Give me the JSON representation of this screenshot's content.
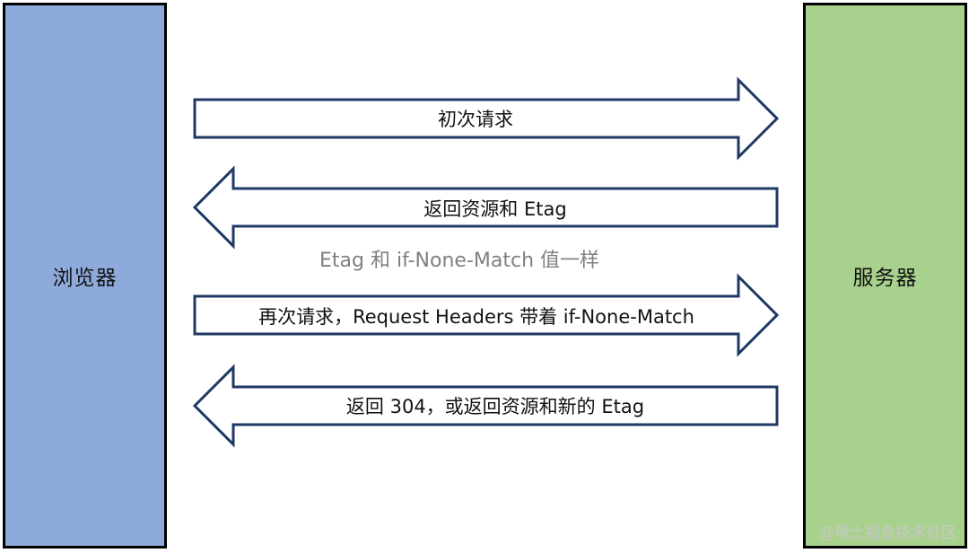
{
  "actors": {
    "browser": {
      "label": "浏览器",
      "color": "#8eaadb"
    },
    "server": {
      "label": "服务器",
      "color": "#a9d18e"
    }
  },
  "arrows": [
    {
      "direction": "right",
      "label": "初次请求"
    },
    {
      "direction": "left",
      "label": "返回资源和 Etag"
    },
    {
      "direction": "right",
      "label": "再次请求，Request Headers 带着 if-None-Match"
    },
    {
      "direction": "left",
      "label": "返回 304，或返回资源和新的 Etag"
    }
  ],
  "note": "Etag 和 if-None-Match 值一样",
  "watermark": "@稀土掘金技术社区",
  "colors": {
    "arrow_stroke": "#1f3864",
    "note_text": "#808080"
  }
}
